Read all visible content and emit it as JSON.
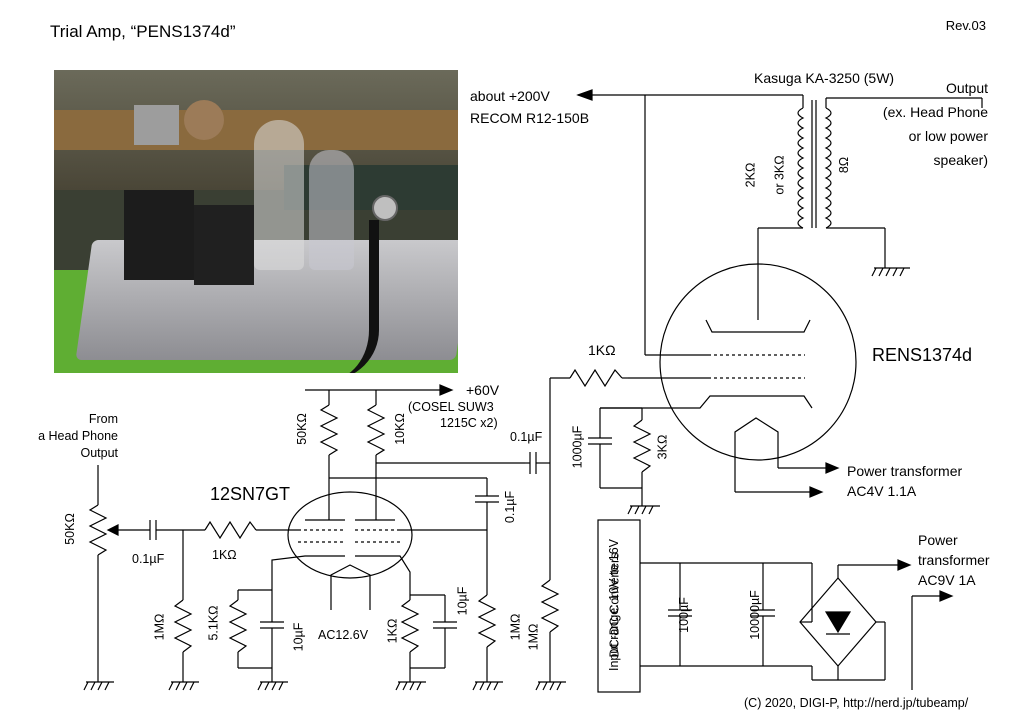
{
  "header": {
    "title": "Trial Amp, “PENS1374d”",
    "revision": "Rev.03"
  },
  "footer": {
    "copyright": "(C) 2020, DIGI-P, http://nerd.jp/tubeamp/"
  },
  "supply": {
    "b_plus_1": "about +200V",
    "b_plus_1_source": "RECOM R12-150B",
    "b_plus_2": "+60V",
    "b_plus_2_source_1": "(COSEL SUW3",
    "b_plus_2_source_2": "1215C x2)"
  },
  "transformer": {
    "name": "Kasuga KA-3250 (5W)",
    "primary_1": "2KΩ",
    "primary_2": "or 3KΩ",
    "secondary": "8Ω",
    "output_1": "Output",
    "output_2": "(ex. Head Phone",
    "output_3": "or low power",
    "output_4": "speaker)"
  },
  "input": {
    "line1": "From",
    "line2": "a Head Phone",
    "line3": "Output"
  },
  "tubes": {
    "driver": "12SN7GT",
    "power": "RENS1374d",
    "heater": "AC12.6V"
  },
  "components": {
    "vr_input": "50KΩ",
    "c_input": "0.1µF",
    "r_grid_stopper": "1KΩ",
    "r_grid_leak": "1MΩ",
    "r_cathode_1": "5.1KΩ",
    "c_cathode_1": "10µF",
    "r_plate_1": "50KΩ",
    "r_plate_2": "10KΩ",
    "c_feedback": "0.1µF",
    "r_cathode_2": "1KΩ",
    "c_cathode_2": "10µF",
    "r_grid_2": "1MΩ",
    "c_coupling": "0.1µF",
    "r_grid_leak_2": "1MΩ",
    "r_grid_stopper_2": "1KΩ",
    "c_cathode_pwr": "1000µF",
    "r_cathode_pwr": "3KΩ",
    "c_psu_1": "100µF",
    "c_psu_2": "10000µF"
  },
  "heater_supply": {
    "pt_4v_1": "Power transformer",
    "pt_4v_2": "AC4V 1.1A",
    "pt_9v_1": "Power",
    "pt_9v_2": "transformer",
    "pt_9v_3": "AC9V 1A"
  },
  "dcdc": {
    "line1": "DC-DC Converters",
    "line2": "Input range: 10V to 16V"
  }
}
